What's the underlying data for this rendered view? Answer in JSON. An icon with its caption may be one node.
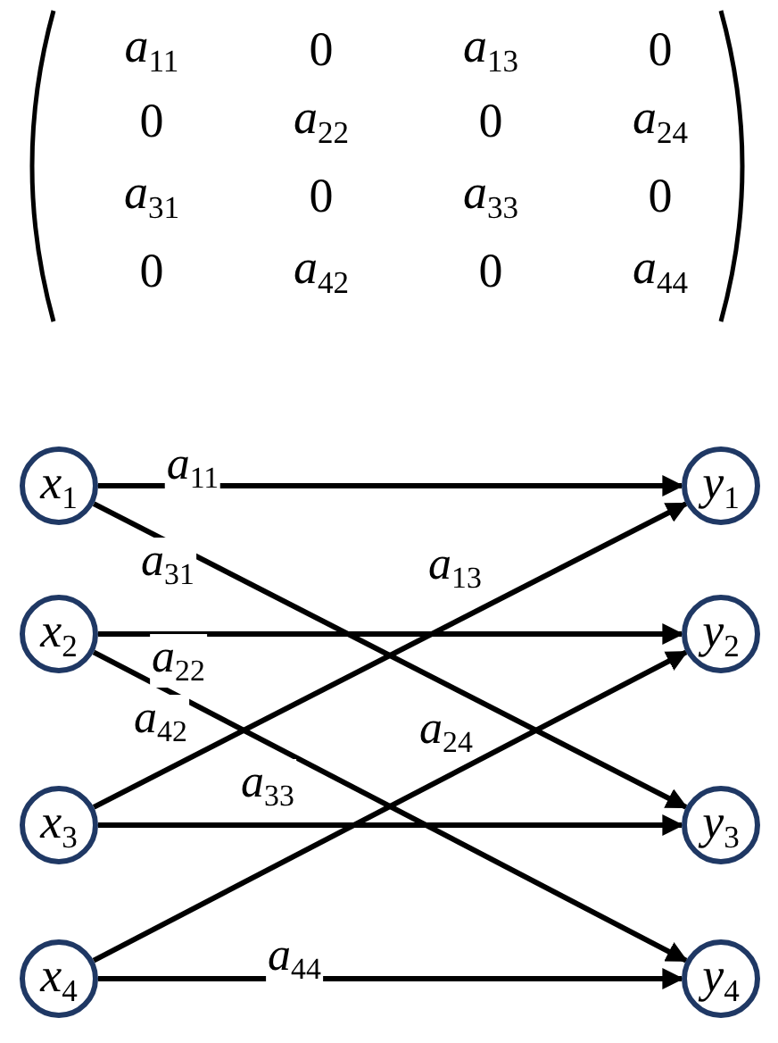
{
  "diagram": {
    "nodes": [
      {
        "text": [
          "*x*$_{1}$"
        ]
      },
      {
        "text": [
          "*y*$_{1}$"
        ]
      },
      {
        "text": [
          "*x*$_{2}$"
        ]
      },
      {
        "text": [
          "*y*$_{2}$"
        ]
      },
      {
        "text": [
          "*x*$_{3}$"
        ]
      },
      {
        "text": [
          "*y*$_{3}$"
        ]
      },
      {
        "text": [
          "*x*$_{4}$"
        ]
      },
      {
        "text": [
          "*y*$_{4}$"
        ]
      }
    ],
    "edges": [
      {
        "from": 0,
        "to": 1,
        "arrow": "to",
        "label": "*a*$_{11}$"
      },
      {
        "from": 0,
        "to": 5,
        "arrow": "to",
        "label": "*a*$_{31}$"
      },
      {
        "from": 4,
        "to": 1,
        "arrow": "to",
        "label": "*a*$_{13}$"
      },
      {
        "from": 2,
        "to": 3,
        "arrow": "to",
        "label": "*a*$_{22}$"
      },
      {
        "from": 2,
        "to": 7,
        "arrow": "to",
        "label": "*a*$_{42}$"
      },
      {
        "from": 6,
        "to": 3,
        "arrow": "to",
        "label": "*a*$_{24}$"
      },
      {
        "from": 4,
        "to": 5,
        "arrow": "to",
        "label": "*a*$_{33}$"
      },
      {
        "from": 6,
        "to": 7,
        "arrow": "to",
        "label": "*a*$_{44}$"
      }
    ],
    "labels": [
      "*a*$_{11}$",
      "0",
      "*a*$_{13}$",
      "0",
      "0",
      "*a*$_{22}$",
      "0",
      "*a*$_{24}$",
      "*a*$_{31}$",
      "0",
      "*a*$_{33}$",
      "0",
      "0",
      "*a*$_{42}$",
      "0",
      "*a*$_{44}$"
    ]
  }
}
